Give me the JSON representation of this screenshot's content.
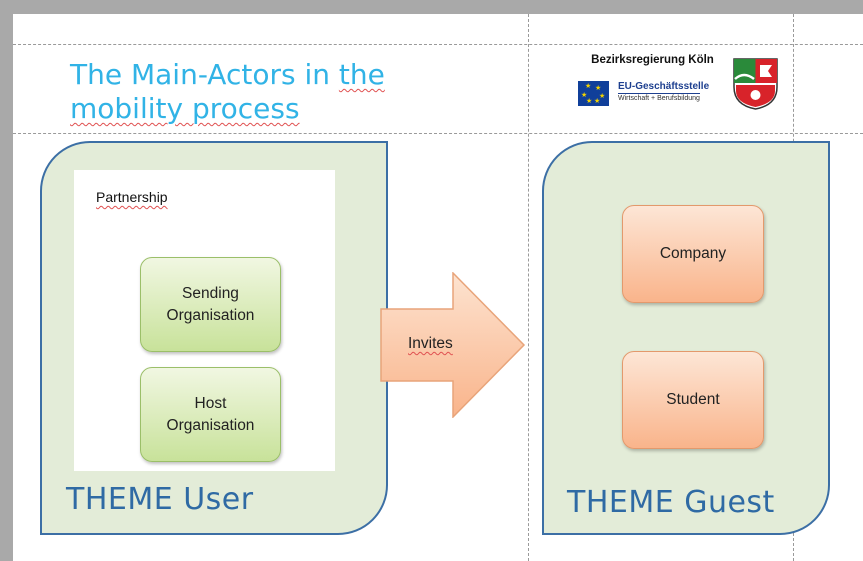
{
  "slide": {
    "title_line1_prefix": "The Main-Actors in ",
    "title_line1_squiggle": "the",
    "title_line2": "mobility process"
  },
  "logos": {
    "authority_name": "Bezirksregierung Köln",
    "office_name": "EU-Geschäftsstelle",
    "office_sub": "Wirtschaft + Berufsbildung",
    "eu_flag_icon": "eu-flag-icon",
    "crest_icon": "nrw-coat-of-arms-icon"
  },
  "user_side": {
    "partnership_label": "Partnership",
    "sending": "Sending\nOrganisation",
    "host": "Host\nOrganisation",
    "panel_label": "THEME User"
  },
  "arrow": {
    "label": "Invites"
  },
  "guest_side": {
    "company": "Company",
    "student": "Student",
    "panel_label": "THEME Guest"
  },
  "colors": {
    "title": "#31b3e6",
    "panel_fill": "#e3ecd8",
    "panel_border": "#3c6fa5",
    "green_box": "#c8e29a",
    "orange_box": "#f9b48b",
    "arrow": "#fbc8a4"
  }
}
